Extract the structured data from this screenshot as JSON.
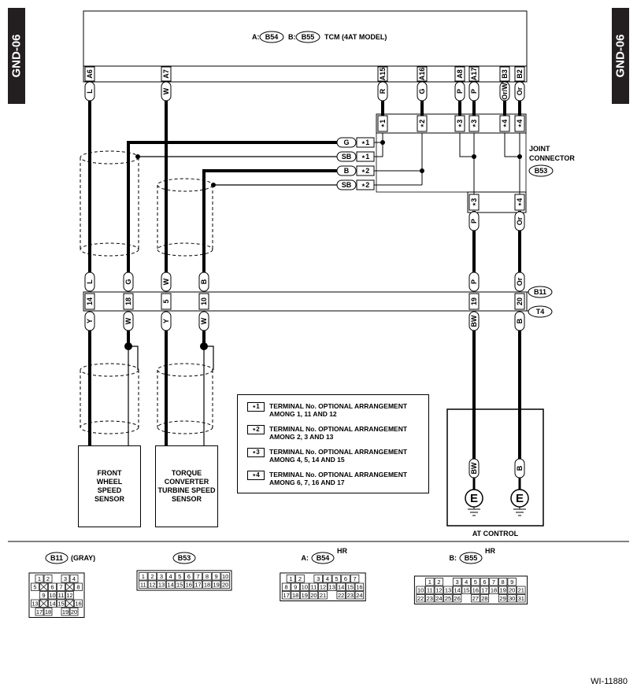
{
  "page": {
    "tab_label": "GND-06",
    "figure_id": "WI-11880"
  },
  "tcm": {
    "prefix_a": "A:",
    "conn_a": "B54",
    "prefix_b": "B:",
    "conn_b": "B55",
    "title": "TCM (4AT MODEL)",
    "pins": [
      "A6",
      "A7",
      "A15",
      "A16",
      "A8",
      "A17",
      "B3",
      "B2"
    ],
    "wire_colors": [
      "L",
      "W",
      "R",
      "G",
      "P",
      "P",
      "Or/W",
      "Or"
    ]
  },
  "joint": {
    "title_line1": "JOINT",
    "title_line2": "CONNECTOR",
    "conn": "B53",
    "top_marks": [
      "⋆1",
      "⋆2",
      "⋆3",
      "⋆3",
      "⋆4",
      "⋆4"
    ],
    "left_colors": [
      "G",
      "SB",
      "B",
      "SB"
    ],
    "left_marks": [
      "⋆1",
      "⋆1",
      "⋆2",
      "⋆2"
    ],
    "bottom_marks": [
      "⋆3",
      "⋆4"
    ],
    "bottom_colors": [
      "P",
      "Or"
    ]
  },
  "inline": {
    "conn_upper": "B11",
    "conn_lower": "T4",
    "upper_colors": [
      "L",
      "G",
      "W",
      "B",
      "P",
      "Or"
    ],
    "pins": [
      "14",
      "18",
      "5",
      "10",
      "19",
      "20"
    ],
    "lower_colors": [
      "Y",
      "W",
      "Y",
      "W",
      "BW",
      "B"
    ]
  },
  "components": {
    "front_sensor": "FRONT WHEEL SPEED SENSOR",
    "turbine_sensor": "TORQUE CONVERTER TURBINE SPEED SENSOR",
    "at_control": "AT CONTROL",
    "at_colors": [
      "BW",
      "B"
    ],
    "ground_letter": "E"
  },
  "notes": [
    {
      "mark": "⋆1",
      "line1": "TERMINAL No. OPTIONAL ARRANGEMENT",
      "line2": "AMONG 1, 11 AND 12"
    },
    {
      "mark": "⋆2",
      "line1": "TERMINAL No. OPTIONAL ARRANGEMENT",
      "line2": "AMONG 2, 3 AND 13"
    },
    {
      "mark": "⋆3",
      "line1": "TERMINAL No. OPTIONAL ARRANGEMENT",
      "line2": "AMONG 4, 5, 14 AND 15"
    },
    {
      "mark": "⋆4",
      "line1": "TERMINAL No. OPTIONAL ARRANGEMENT",
      "line2": "AMONG 6, 7, 16 AND 17"
    }
  ],
  "connector_views": [
    {
      "name": "B11",
      "suffix": "(GRAY)",
      "prefix": "",
      "rows": [
        [
          "1",
          "2",
          "",
          "3",
          "4"
        ],
        [
          "5",
          "X",
          "6",
          "7",
          "X",
          "8"
        ],
        [
          "9",
          "10",
          "11",
          "12"
        ],
        [
          "13",
          "X",
          "14",
          "15",
          "X",
          "16"
        ],
        [
          "17",
          "18",
          "",
          "19",
          "20"
        ]
      ]
    },
    {
      "name": "B53",
      "suffix": "",
      "prefix": "",
      "rows": [
        [
          "1",
          "2",
          "3",
          "4",
          "5",
          "6",
          "7",
          "8",
          "9",
          "10"
        ],
        [
          "11",
          "12",
          "13",
          "14",
          "15",
          "16",
          "17",
          "18",
          "19",
          "20"
        ]
      ]
    },
    {
      "name": "B54",
      "suffix": "HR",
      "prefix": "A:",
      "rows": [
        [
          "1",
          "2",
          "",
          "3",
          "4",
          "5",
          "6",
          "7"
        ],
        [
          "8",
          "9",
          "10",
          "11",
          "12",
          "13",
          "14",
          "15",
          "16"
        ],
        [
          "17",
          "18",
          "19",
          "20",
          "21",
          "",
          "22",
          "23",
          "24"
        ]
      ]
    },
    {
      "name": "B55",
      "suffix": "HR",
      "prefix": "B:",
      "rows": [
        [
          "1",
          "2",
          "",
          "3",
          "4",
          "5",
          "6",
          "7",
          "8",
          "9"
        ],
        [
          "10",
          "11",
          "12",
          "13",
          "14",
          "15",
          "16",
          "17",
          "18",
          "19",
          "20",
          "21"
        ],
        [
          "22",
          "23",
          "24",
          "25",
          "26",
          "",
          "27",
          "28",
          "",
          "29",
          "30",
          "31"
        ]
      ]
    }
  ]
}
